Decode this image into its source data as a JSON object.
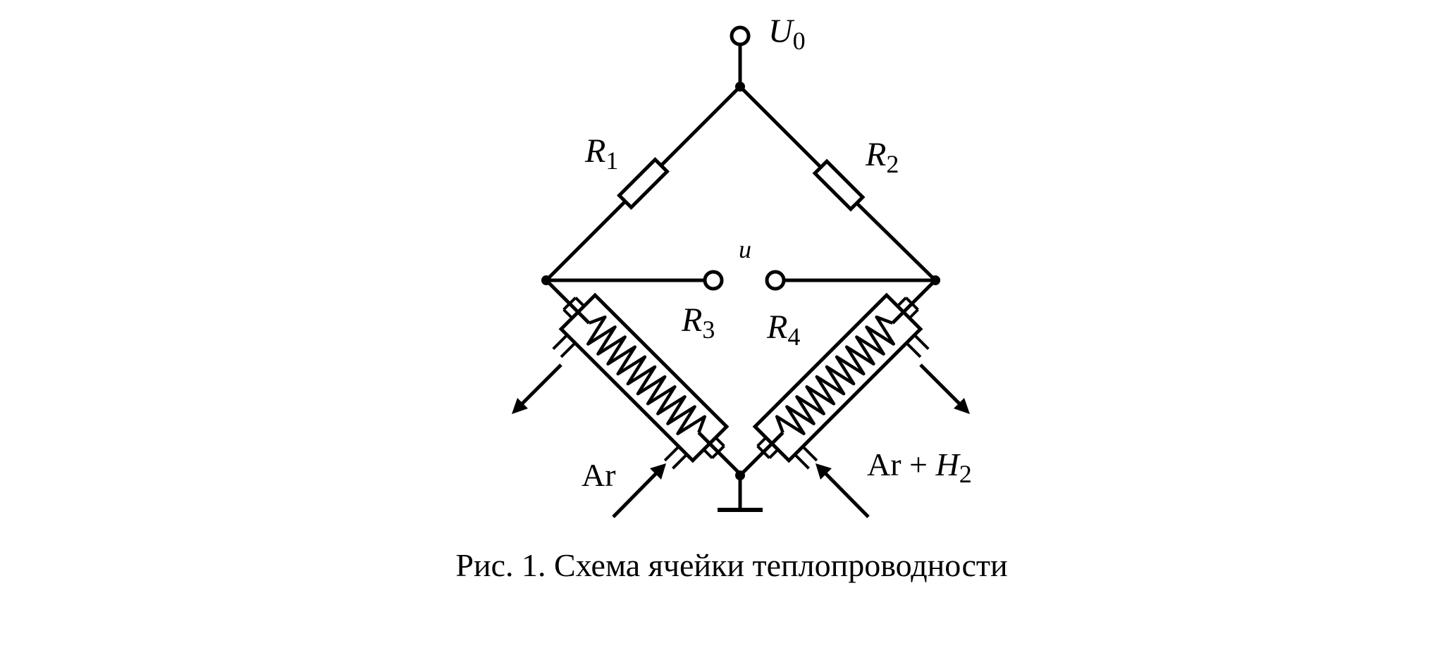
{
  "labels": {
    "supply": {
      "main": "U",
      "sub": "0"
    },
    "r1": {
      "main": "R",
      "sub": "1"
    },
    "r2": {
      "main": "R",
      "sub": "2"
    },
    "r3": {
      "main": "R",
      "sub": "3"
    },
    "r4": {
      "main": "R",
      "sub": "4"
    },
    "output": "u",
    "gas_reference": "Ar",
    "gas_sample": {
      "prefix": "Ar + ",
      "main": "H",
      "sub": "2"
    }
  },
  "caption": "Рис. 1. Схема ячейки теплопроводности"
}
